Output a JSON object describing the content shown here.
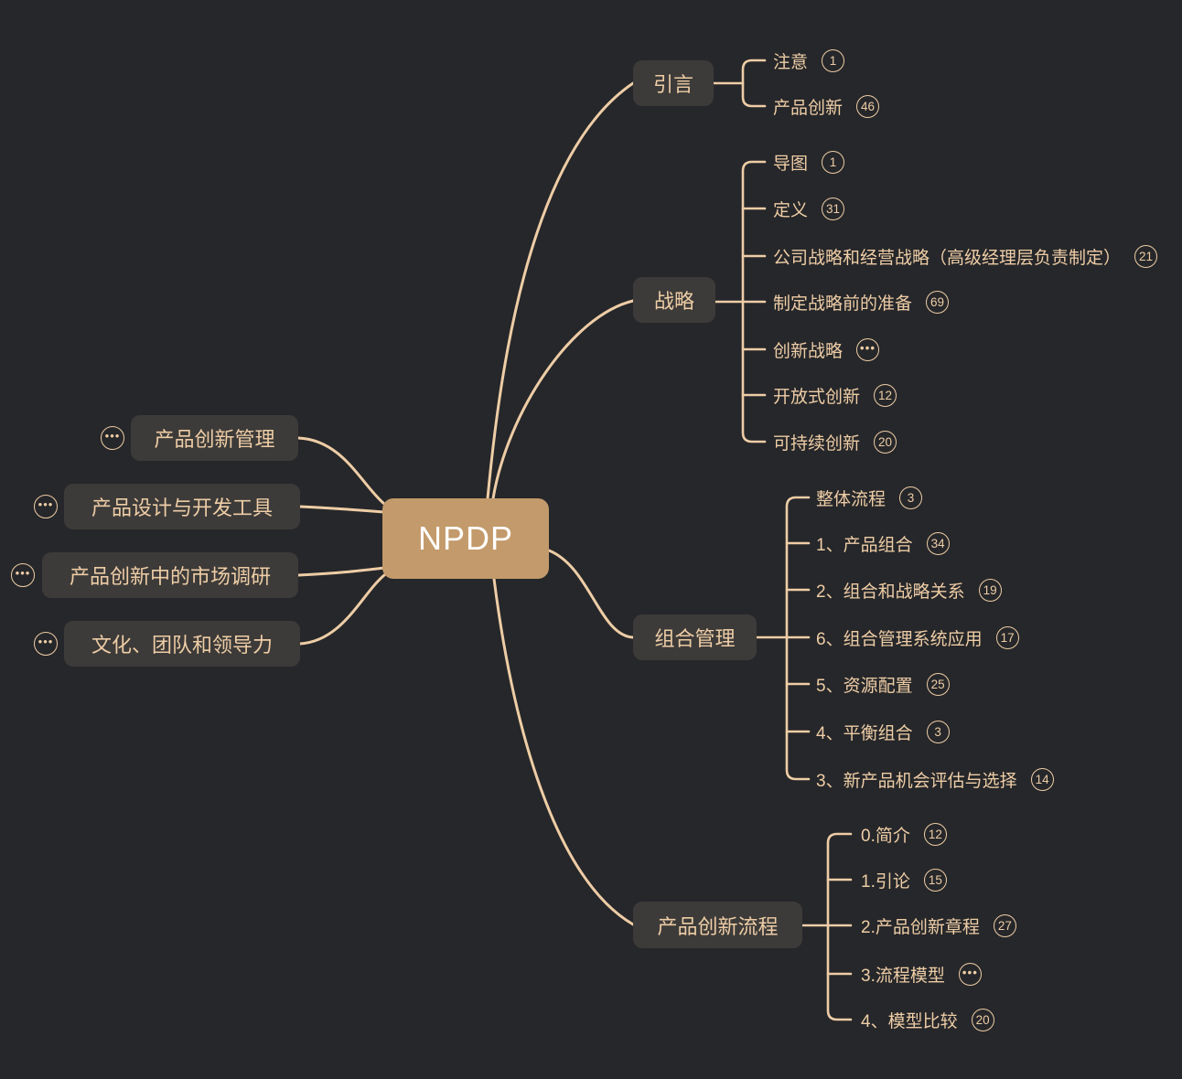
{
  "colors": {
    "background": "#26272a",
    "accent": "#eecda6",
    "topic_box_bg": "#3d3b39",
    "root_bg": "#c39a6b",
    "root_text": "#ffffff"
  },
  "root": {
    "label": "NPDP"
  },
  "left_topics": [
    {
      "label": "产品创新管理",
      "collapsed_badge": "•••"
    },
    {
      "label": "产品设计与开发工具",
      "collapsed_badge": "•••"
    },
    {
      "label": "产品创新中的市场调研",
      "collapsed_badge": "•••"
    },
    {
      "label": "文化、团队和领导力",
      "collapsed_badge": "•••"
    }
  ],
  "right_branches": [
    {
      "label": "引言",
      "children": [
        {
          "label": "注意",
          "badge": "1"
        },
        {
          "label": "产品创新",
          "badge": "46"
        }
      ]
    },
    {
      "label": "战略",
      "children": [
        {
          "label": "导图",
          "badge": "1"
        },
        {
          "label": "定义",
          "badge": "31"
        },
        {
          "label": "公司战略和经营战略（高级经理层负责制定）",
          "badge": "21"
        },
        {
          "label": "制定战略前的准备",
          "badge": "69"
        },
        {
          "label": "创新战略",
          "badge": "•••"
        },
        {
          "label": "开放式创新",
          "badge": "12"
        },
        {
          "label": "可持续创新",
          "badge": "20"
        }
      ]
    },
    {
      "label": "组合管理",
      "children": [
        {
          "label": "整体流程",
          "badge": "3"
        },
        {
          "label": "1、产品组合",
          "badge": "34"
        },
        {
          "label": "2、组合和战略关系",
          "badge": "19"
        },
        {
          "label": "6、组合管理系统应用",
          "badge": "17"
        },
        {
          "label": "5、资源配置",
          "badge": "25"
        },
        {
          "label": "4、平衡组合",
          "badge": "3"
        },
        {
          "label": "3、新产品机会评估与选择",
          "badge": "14"
        }
      ]
    },
    {
      "label": "产品创新流程",
      "children": [
        {
          "label": "0.简介",
          "badge": "12"
        },
        {
          "label": "1.引论",
          "badge": "15"
        },
        {
          "label": "2.产品创新章程",
          "badge": "27"
        },
        {
          "label": "3.流程模型",
          "badge": "•••"
        },
        {
          "label": "4、模型比较",
          "badge": "20"
        }
      ]
    }
  ]
}
